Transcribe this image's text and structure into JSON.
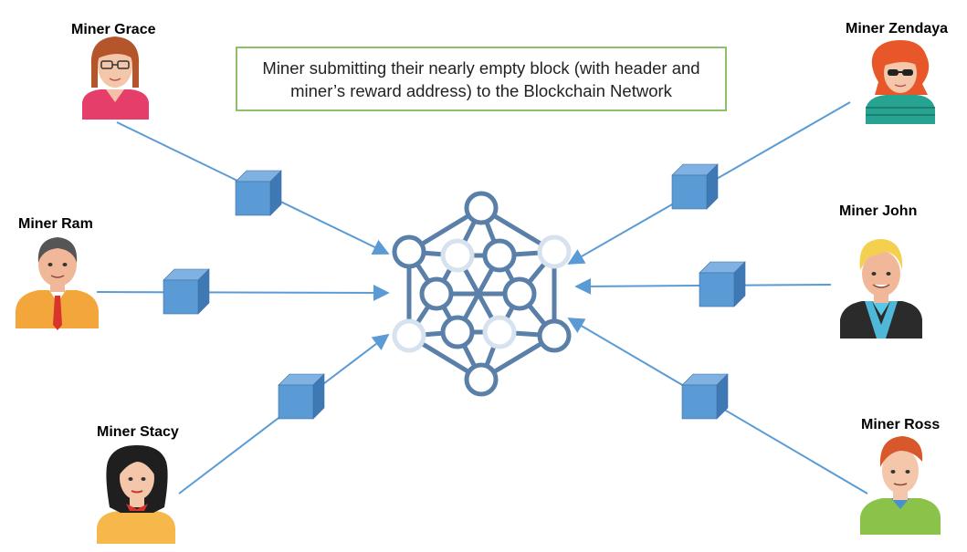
{
  "caption": "Miner submitting their nearly empty block (with header and miner’s reward address) to the Blockchain Network",
  "miners": [
    {
      "id": "grace",
      "label": "Miner Grace"
    },
    {
      "id": "zendaya",
      "label": "Miner Zendaya"
    },
    {
      "id": "ram",
      "label": "Miner Ram"
    },
    {
      "id": "john",
      "label": "Miner John"
    },
    {
      "id": "stacy",
      "label": "Miner Stacy"
    },
    {
      "id": "ross",
      "label": "Miner Ross"
    }
  ],
  "colors": {
    "arrow": "#5b9bd5",
    "block_front": "#5b9bd5",
    "block_top": "#7fb2e3",
    "block_side": "#3f79b5",
    "network": "#5a7fa8",
    "network_faded": "#d6e2ee",
    "caption_border": "#8cc06a"
  }
}
